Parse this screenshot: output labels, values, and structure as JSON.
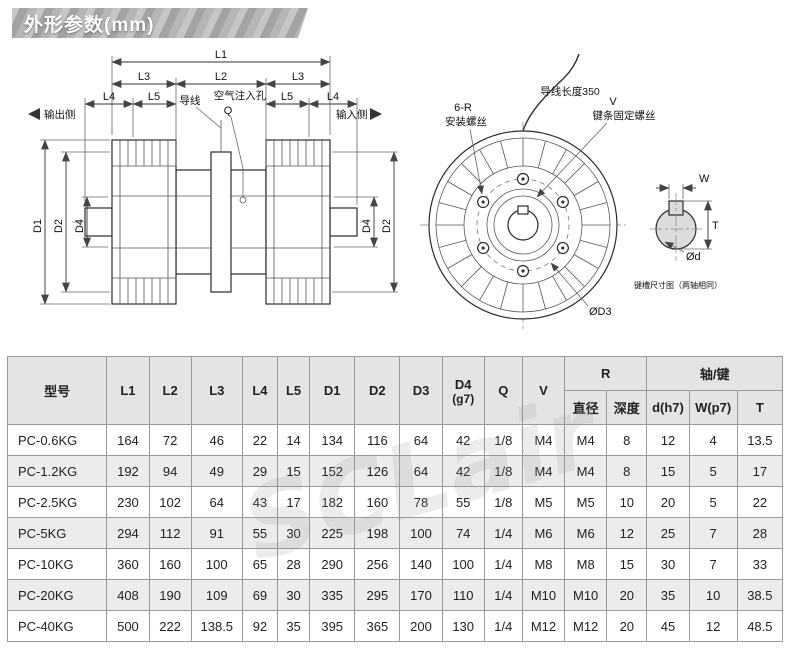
{
  "title": "外形参数(mm)",
  "watermark": "SCLair",
  "drawings": {
    "side": {
      "l1": "L1",
      "l2": "L2",
      "l3": "L3",
      "l4": "L4",
      "l5": "L5",
      "d1": "D1",
      "d2": "D2",
      "d4": "D4",
      "output_side": "输出侧",
      "input_side": "输入侧",
      "lead_wire": "导线",
      "air_hole": "空气注入孔",
      "q": "Q"
    },
    "front": {
      "mount_count": "6-R",
      "mount_label": "安装螺丝",
      "wire_length": "导线长度350",
      "v": "V",
      "key_screw": "键条固定螺丝",
      "d3": "ØD3"
    },
    "keyway": {
      "w": "W",
      "t": "T",
      "d": "Ød",
      "caption": "键槽尺寸图（两轴相同）"
    }
  },
  "table": {
    "header": {
      "model": "型号",
      "l1": "L1",
      "l2": "L2",
      "l3": "L3",
      "l4": "L4",
      "l5": "L5",
      "d1": "D1",
      "d2": "D2",
      "d3": "D3",
      "d4": "D4",
      "d4_fit": "(g7)",
      "q": "Q",
      "v": "V",
      "r_group": "R",
      "r_dia": "直径",
      "r_depth": "深度",
      "shaft_group": "轴/键",
      "d_h7": "d(h7)",
      "w_p7": "W(p7)",
      "t": "T"
    },
    "rows": [
      [
        "PC-0.6KG",
        "164",
        "72",
        "46",
        "22",
        "14",
        "134",
        "116",
        "64",
        "42",
        "1/8",
        "M4",
        "M4",
        "8",
        "12",
        "4",
        "13.5"
      ],
      [
        "PC-1.2KG",
        "192",
        "94",
        "49",
        "29",
        "15",
        "152",
        "126",
        "64",
        "42",
        "1/8",
        "M4",
        "M4",
        "8",
        "15",
        "5",
        "17"
      ],
      [
        "PC-2.5KG",
        "230",
        "102",
        "64",
        "43",
        "17",
        "182",
        "160",
        "78",
        "55",
        "1/8",
        "M5",
        "M5",
        "10",
        "20",
        "5",
        "22"
      ],
      [
        "PC-5KG",
        "294",
        "112",
        "91",
        "55",
        "30",
        "225",
        "198",
        "100",
        "74",
        "1/4",
        "M6",
        "M6",
        "12",
        "25",
        "7",
        "28"
      ],
      [
        "PC-10KG",
        "360",
        "160",
        "100",
        "65",
        "28",
        "290",
        "256",
        "140",
        "100",
        "1/4",
        "M8",
        "M8",
        "15",
        "30",
        "7",
        "33"
      ],
      [
        "PC-20KG",
        "408",
        "190",
        "109",
        "69",
        "30",
        "335",
        "295",
        "170",
        "110",
        "1/4",
        "M10",
        "M10",
        "20",
        "35",
        "10",
        "38.5"
      ],
      [
        "PC-40KG",
        "500",
        "222",
        "138.5",
        "92",
        "35",
        "395",
        "365",
        "200",
        "130",
        "1/4",
        "M12",
        "M12",
        "20",
        "45",
        "12",
        "48.5"
      ]
    ]
  }
}
